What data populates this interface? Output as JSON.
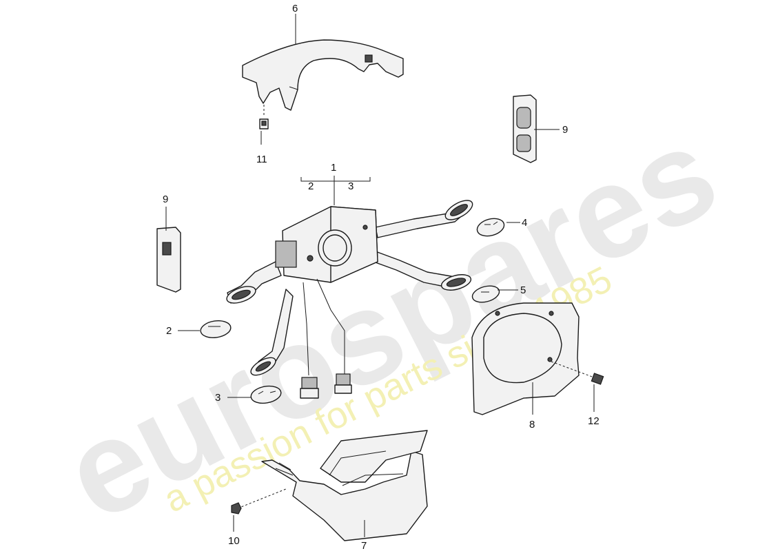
{
  "watermark": {
    "brand": "eurospares",
    "tagline": "a passion for parts since 1985"
  },
  "callouts": {
    "c1": "1",
    "c2": "2",
    "c3": "3",
    "c1_sub2": "2",
    "c1_sub3": "3",
    "c4": "4",
    "c5": "5",
    "c6": "6",
    "c7": "7",
    "c8": "8",
    "c9a": "9",
    "c9b": "9",
    "c10": "10",
    "c11": "11",
    "c12": "12"
  }
}
